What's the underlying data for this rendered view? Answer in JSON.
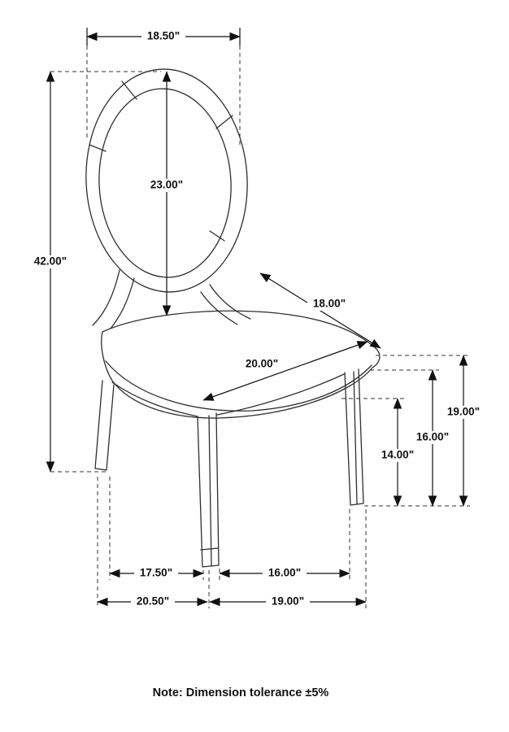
{
  "note": "Note: Dimension tolerance ±5%",
  "colors": {
    "line": "#2e2e2e",
    "dimension": "#111111",
    "background": "#ffffff"
  },
  "dims": {
    "back_width": "18.50\"",
    "back_height": "23.00\"",
    "overall_height": "42.00\"",
    "seat_depth": "18.00\"",
    "seat_width": "20.00\"",
    "seat_height": "19.00\"",
    "apron_height": "16.00\"",
    "leg_clearance": "14.00\"",
    "front_leg_span": "17.50\"",
    "side_leg_span": "16.00\"",
    "base_width": "20.50\"",
    "base_depth": "19.00\""
  }
}
